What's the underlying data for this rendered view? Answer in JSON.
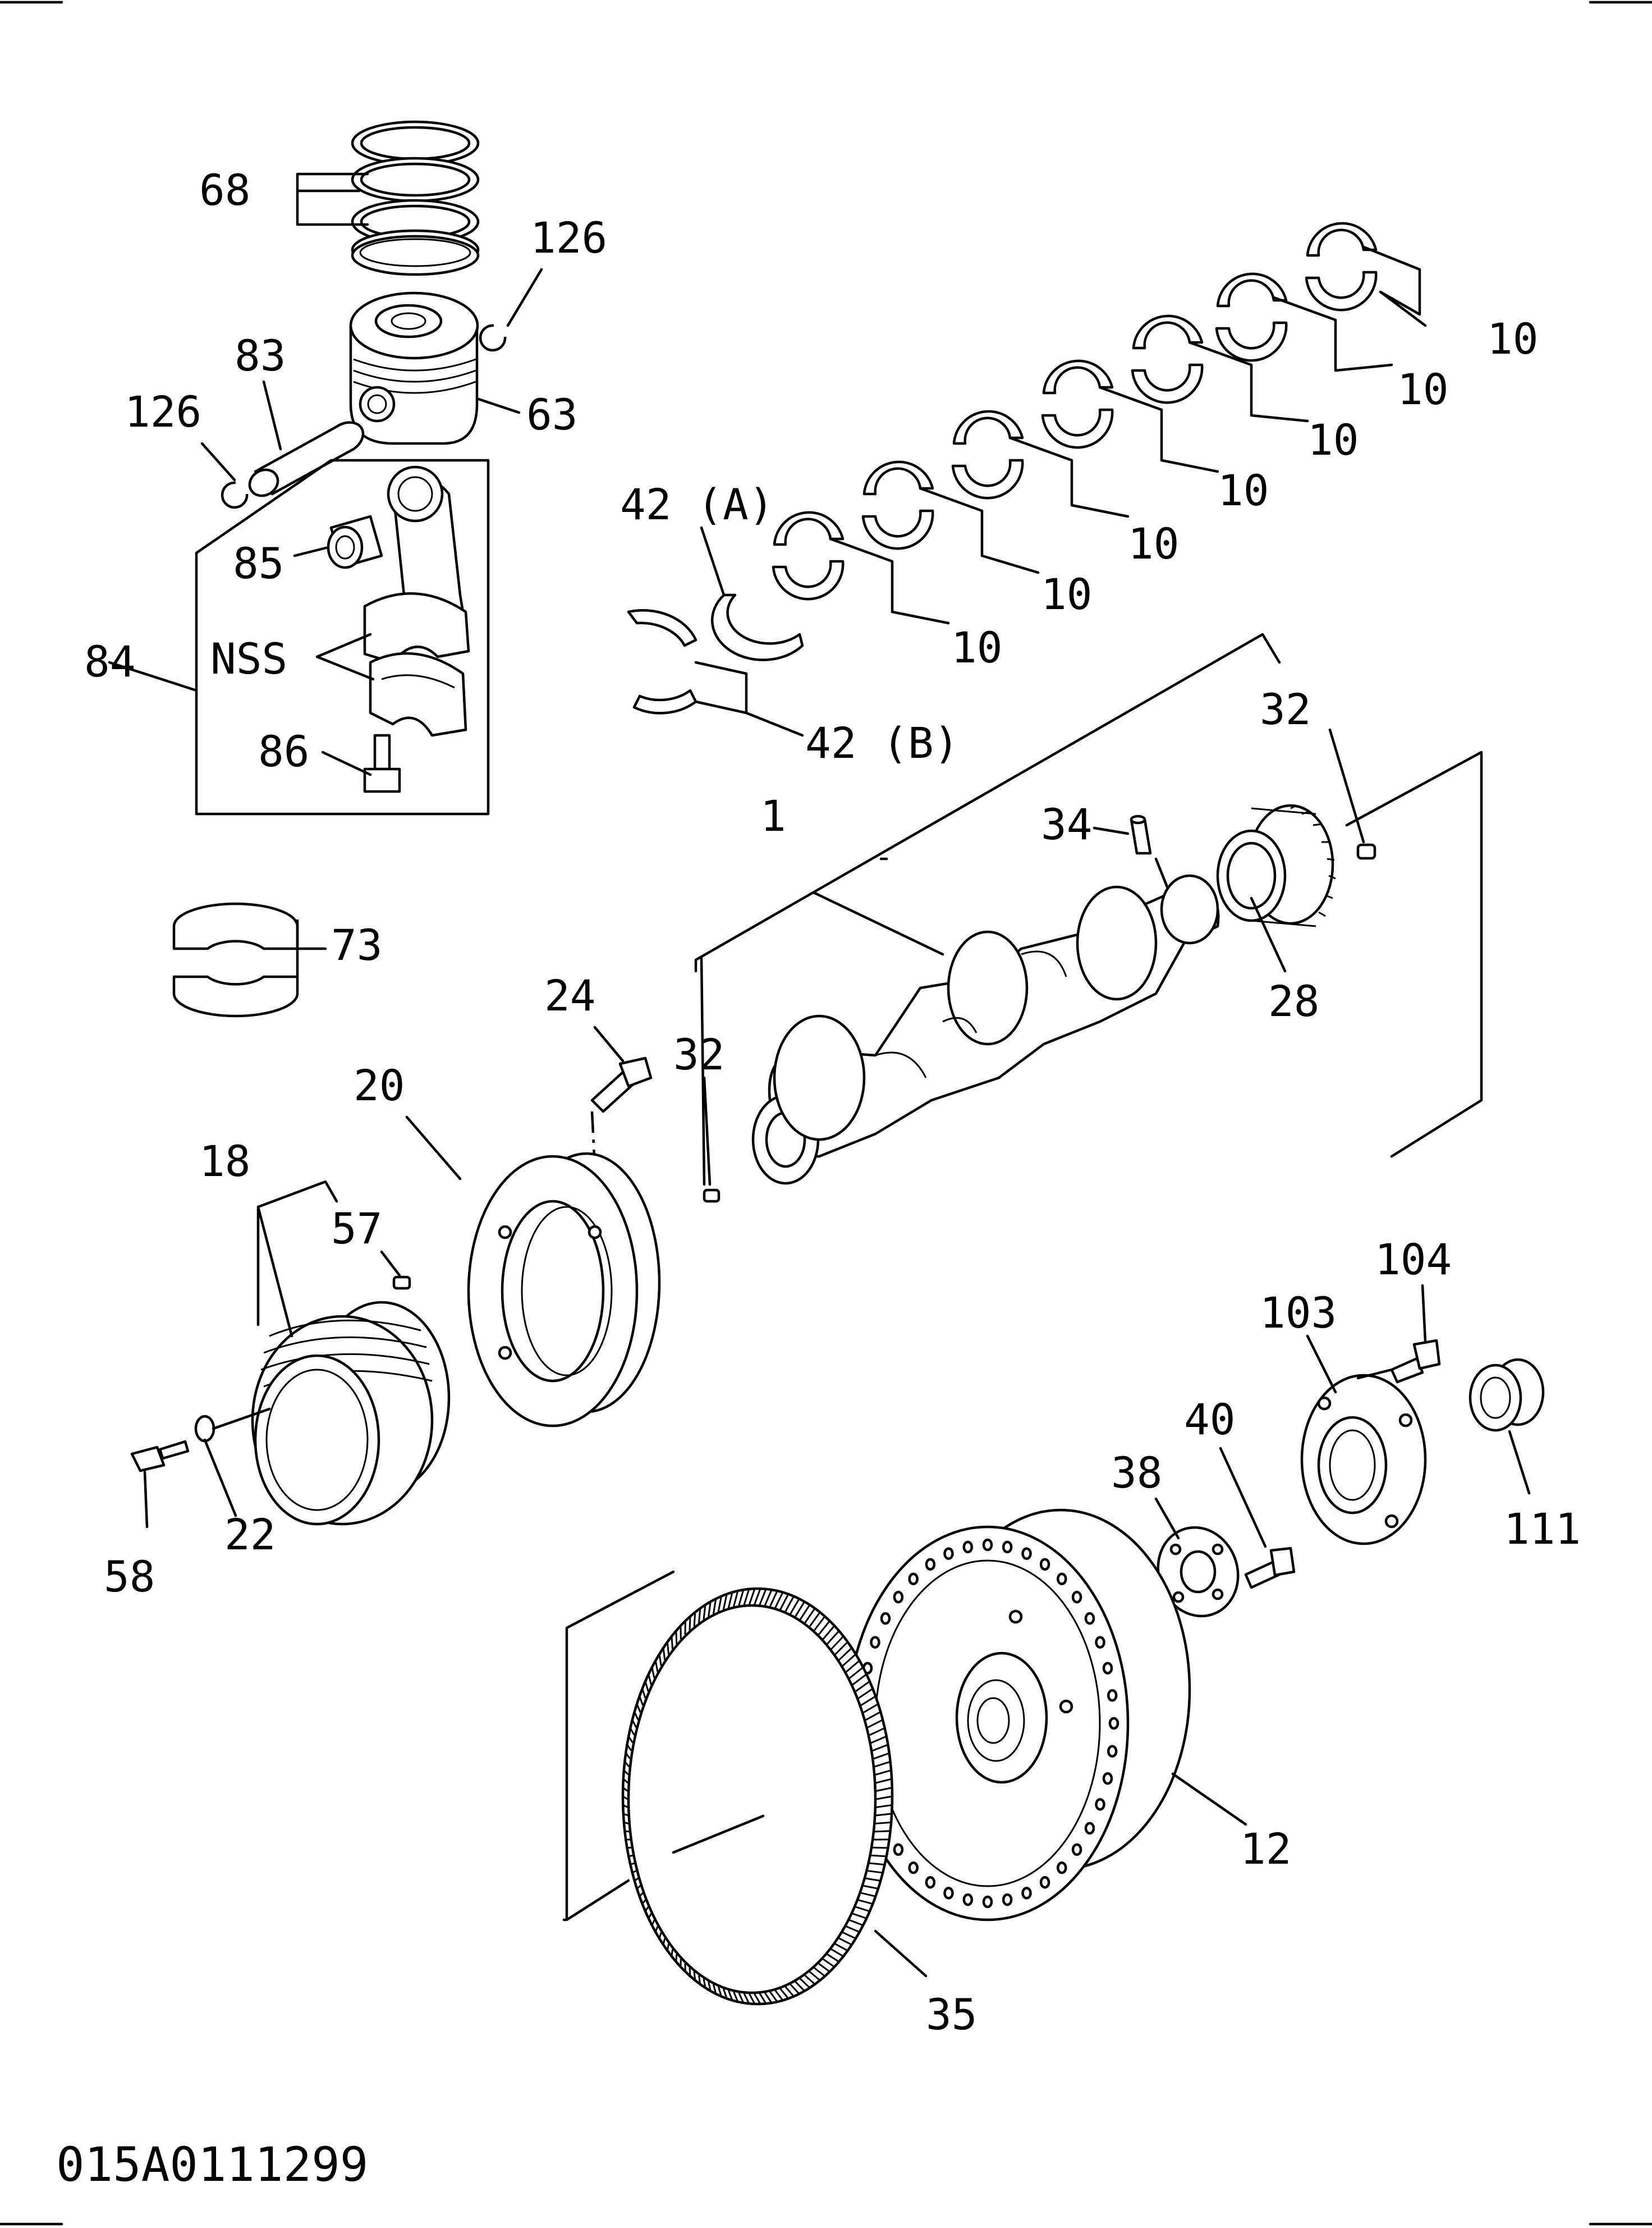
{
  "diagram_code": "015A0111299",
  "callouts": {
    "piston_rings": "68",
    "snap_ring_top": "126",
    "piston_pin": "83",
    "snap_ring_left": "126",
    "piston": "63",
    "bushing": "85",
    "con_rod_assy": "84",
    "con_rod_nss": "NSS",
    "con_rod_bolt": "86",
    "thrust_bearing_a": "42 (A)",
    "thrust_bearing_b": "42 (B)",
    "main_bearing": [
      "10",
      "10",
      "10",
      "10",
      "10",
      "10",
      "10"
    ],
    "crankshaft_assy": "1",
    "pin_34": "34",
    "pin_32_top": "32",
    "pin_32_left": "32",
    "crank_gear": "28",
    "bearing_73": "73",
    "bolt_24": "24",
    "damper_20": "20",
    "pulley_assy_18": "18",
    "pin_57": "57",
    "washer_22": "22",
    "bolt_58": "58",
    "bolt_104": "104",
    "retainer_103": "103",
    "bolt_40": "40",
    "plate_38": "38",
    "bearing_111": "111",
    "flywheel_12": "12",
    "ring_gear_35": "35"
  }
}
